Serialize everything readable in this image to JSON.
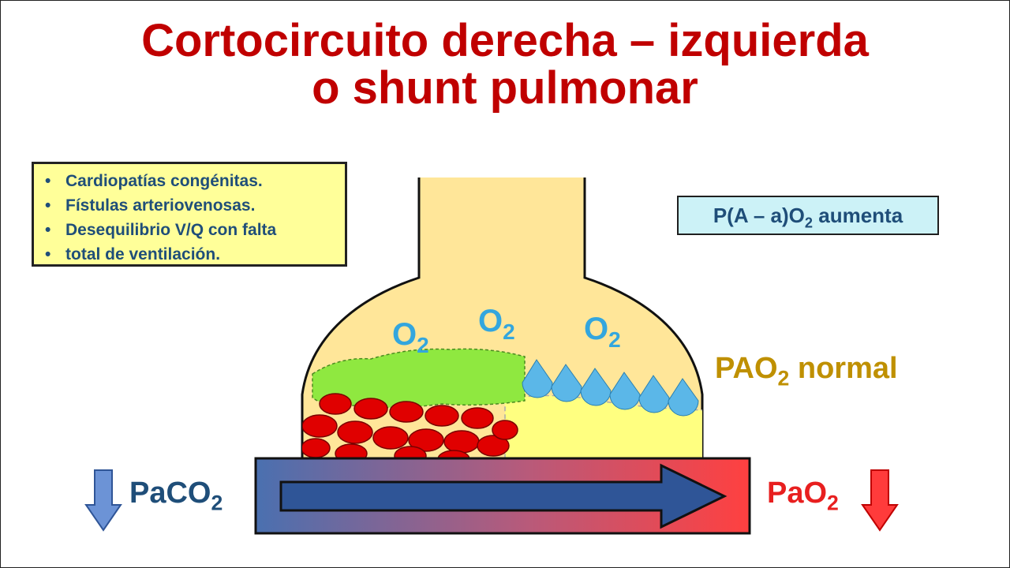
{
  "title": {
    "line1": "Cortocircuito derecha – izquierda",
    "line2": "o shunt pulmonar"
  },
  "causes": {
    "items": [
      "Cardiopatías congénitas.",
      "Fístulas arteriovenosas.",
      "Desequilibrio V/Q con falta",
      "total de ventilación."
    ]
  },
  "gradient_label": {
    "prefix": "P(A – a)O",
    "sub": "2",
    "suffix": " aumenta"
  },
  "oxygen_labels": [
    {
      "base": "O",
      "sub": "2"
    },
    {
      "base": "O",
      "sub": "2"
    },
    {
      "base": "O",
      "sub": "2"
    }
  ],
  "alveolar_label": {
    "base": "PAO",
    "sub": "2",
    "suffix": " normal"
  },
  "paco2_label": {
    "base": "PaCO",
    "sub": "2"
  },
  "pao2_label": {
    "base": "PaO",
    "sub": "2"
  },
  "colors": {
    "title": "#c00000",
    "text_blue": "#1f4e79",
    "oxygen": "#33a6de",
    "alveolus": "#ffe699",
    "box_yellow": "#ffff99",
    "box_cyan": "#ccf2f7",
    "green_cells": "#8fe840",
    "yellow_cells": "#ffff80",
    "blue_drops": "#5bb7e8",
    "red_cells": "#e00000",
    "vessel_left": "#4a70b0",
    "vessel_right": "#ff4040",
    "arrow_down_blue": "#6c93d6",
    "arrow_down_red": "#ff3b3b",
    "pao2_normal": "#bf9000",
    "pao2_text": "#e81f1f"
  },
  "arrows": {
    "paco2": "down-arrow-icon",
    "pao2": "down-arrow-icon"
  }
}
